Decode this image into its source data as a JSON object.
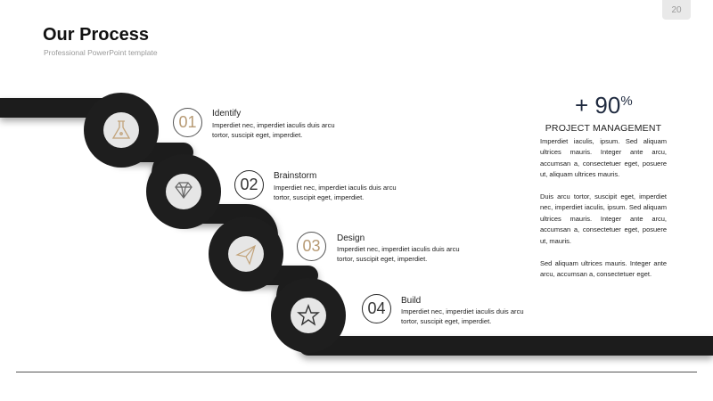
{
  "slide": {
    "page_number": "20",
    "title": "Our Process",
    "subtitle": "Professional PowerPoint template"
  },
  "steps": [
    {
      "number": "01",
      "title": "Identify",
      "desc": "Imperdiet nec, imperdiet iaculis duis arcu tortor, suscipit eget, imperdiet.",
      "icon": "flask-icon"
    },
    {
      "number": "02",
      "title": "Brainstorm",
      "desc": "Imperdiet nec, imperdiet iaculis duis arcu tortor, suscipit eget, imperdiet.",
      "icon": "diamond-icon"
    },
    {
      "number": "03",
      "title": "Design",
      "desc": "Imperdiet nec, imperdiet iaculis duis arcu tortor, suscipit eget, imperdiet.",
      "icon": "paper-plane-icon"
    },
    {
      "number": "04",
      "title": "Build",
      "desc": "Imperdiet nec, imperdiet iaculis duis arcu tortor, suscipit eget, imperdiet.",
      "icon": "star-icon"
    }
  ],
  "stats": {
    "value": "+ 90",
    "unit": "%",
    "label": "PROJECT MANAGEMENT",
    "paragraphs": [
      "Imperdiet iaculis, ipsum. Sed aliquam ultrices mauris. Integer ante arcu, accumsan a, consectetuer eget, posuere ut, aliquam ultrices mauris.",
      "Duis arcu tortor, suscipit eget, imperdiet nec, imperdiet iaculis, ipsum. Sed aliquam ultrices mauris. Integer ante arcu, accumsan a, consectetuer eget, posuere ut, mauris.",
      "Sed aliquam ultrices mauris. Integer ante arcu, accumsan a, consectetuer eget."
    ]
  },
  "colors": {
    "road": "#1e1e1e",
    "icon_gold": "#c2a37a",
    "stat_text": "#1f2a3f"
  }
}
